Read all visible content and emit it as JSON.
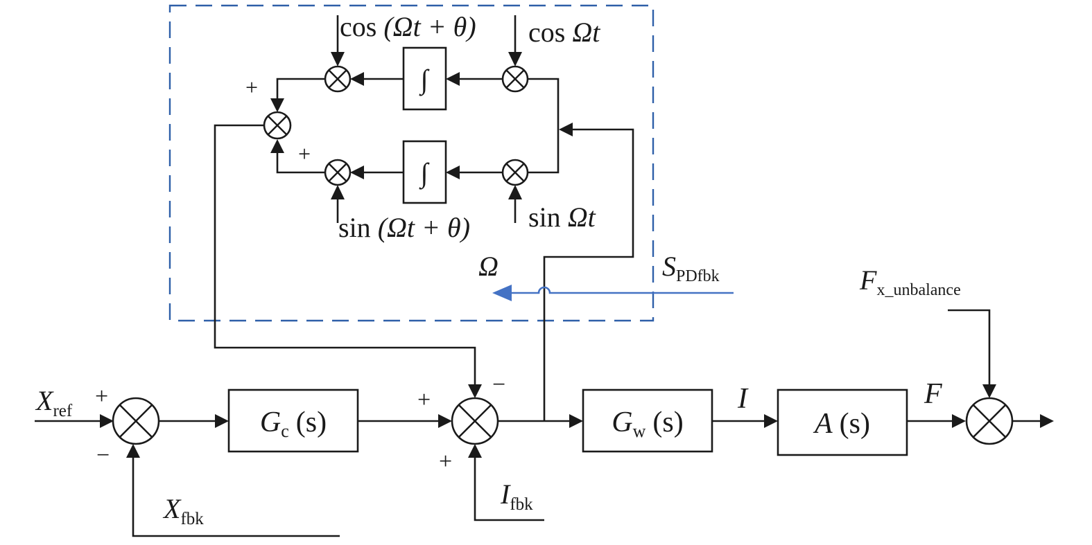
{
  "colors": {
    "line": "#1a1a1a",
    "blue_signal": "#4472c4",
    "dashed_frame": "#2e5fa8",
    "background": "#ffffff"
  },
  "blocks": {
    "gc": {
      "symbol": "G",
      "sub": "c",
      "arg": "(s)"
    },
    "gw": {
      "symbol": "G",
      "sub": "w",
      "arg": "(s)"
    },
    "as": {
      "symbol": "A",
      "arg": "(s)"
    },
    "integrator_top": "∫",
    "integrator_bottom": "∫"
  },
  "signals": {
    "x_ref": {
      "main": "X",
      "sub": "ref"
    },
    "x_fbk": {
      "main": "X",
      "sub": "fbk"
    },
    "i_fbk": {
      "main": "I",
      "sub": "fbk"
    },
    "current": "I",
    "force": "F",
    "f_unbalance": {
      "main": "F",
      "sub": "x_unbalance"
    },
    "s_pdfbk": {
      "main": "S",
      "sub": "PDfbk"
    },
    "omega": "Ω"
  },
  "ref_signals": {
    "cos_shift_fn": "cos",
    "cos_shift_arg": "(Ωt + θ)",
    "cos_fn": "cos",
    "cos_arg": "Ωt",
    "sin_shift_fn": "sin",
    "sin_shift_arg": "(Ωt + θ)",
    "sin_fn": "sin",
    "sin_arg": "Ωt"
  },
  "signs": {
    "xref_plus": "+",
    "xfbk_minus": "−",
    "sum2_plus_left": "+",
    "sum2_minus_top": "−",
    "sum2_plus_bottom": "+",
    "inner_plus_top": "+",
    "inner_plus_bottom": "+"
  }
}
